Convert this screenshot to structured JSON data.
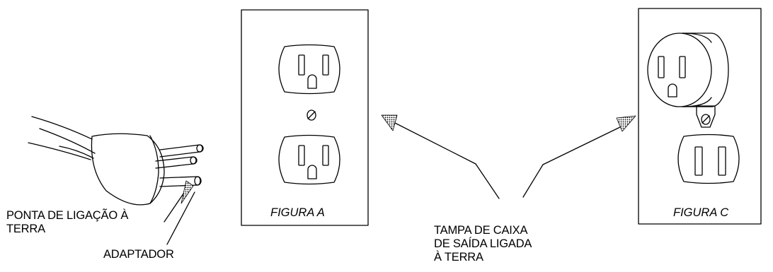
{
  "labels": {
    "grounding_prong_line1": "PONTA DE LIGAÇÃO À",
    "grounding_prong_line2": "TERRA",
    "adapter": "ADAPTADOR",
    "cover_line1": "TAMPA DE CAIXA",
    "cover_line2": "DE SAÍDA LIGADA",
    "cover_line3": "À TERRA"
  },
  "figures": {
    "a": "FIGURA A",
    "c": "FIGURA C"
  }
}
